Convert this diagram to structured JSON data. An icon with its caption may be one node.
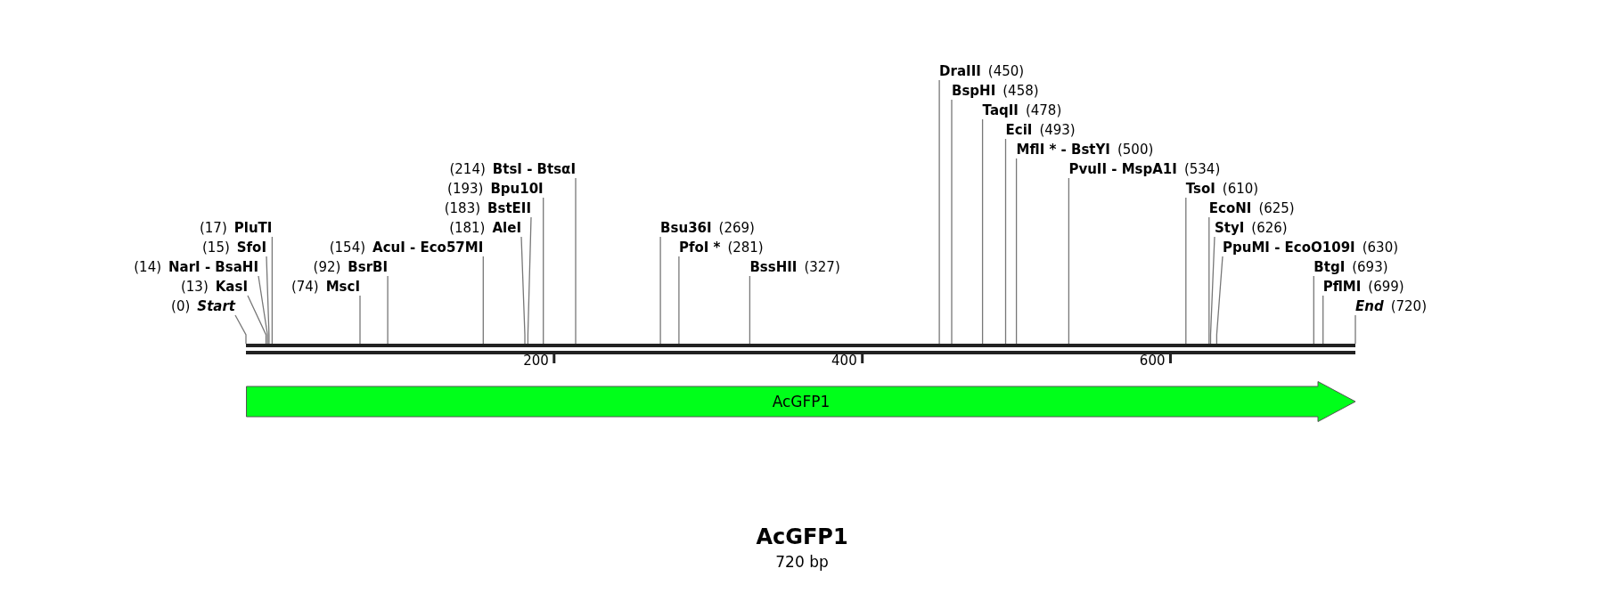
{
  "diagram": {
    "title": "AcGFP1",
    "caption": "720 bp",
    "nodes": [
      {
        "text": [
          "(0)",
          "Start"
        ]
      },
      {
        "text": [
          "(13)",
          "KasI"
        ]
      },
      {
        "text": [
          "(14)",
          "NarI - BsaHI"
        ]
      },
      {
        "text": [
          "(15)",
          "SfoI"
        ]
      },
      {
        "text": [
          "(17)",
          "PluTI"
        ]
      },
      {
        "text": [
          "(74)",
          "MscI"
        ]
      },
      {
        "text": [
          "(92)",
          "BsrBI"
        ]
      },
      {
        "text": [
          "(154)",
          "AcuI - Eco57MI"
        ]
      },
      {
        "text": [
          "(181)",
          "AleI"
        ]
      },
      {
        "text": [
          "(183)",
          "BstEII"
        ]
      },
      {
        "text": [
          "(193)",
          "Bpu10I"
        ]
      },
      {
        "text": [
          "(214)",
          "BtsI - BtsαI"
        ]
      },
      {
        "text": [
          "Bsu36I",
          "(269)"
        ]
      },
      {
        "text": [
          "PfoI *",
          "(281)"
        ]
      },
      {
        "text": [
          "BssHII",
          "(327)"
        ]
      },
      {
        "text": [
          "DraIII",
          "(450)"
        ]
      },
      {
        "text": [
          "BspHI",
          "(458)"
        ]
      },
      {
        "text": [
          "TaqII",
          "(478)"
        ]
      },
      {
        "text": [
          "EciI",
          "(493)"
        ]
      },
      {
        "text": [
          "MflI * - BstYI",
          "(500)"
        ]
      },
      {
        "text": [
          "PvuII - MspA1I",
          "(534)"
        ]
      },
      {
        "text": [
          "TsoI",
          "(610)"
        ]
      },
      {
        "text": [
          "EcoNI",
          "(625)"
        ]
      },
      {
        "text": [
          "StyI",
          "(626)"
        ]
      },
      {
        "text": [
          "PpuMI - EcoO109I",
          "(630)"
        ]
      },
      {
        "text": [
          "BtgI",
          "(693)"
        ]
      },
      {
        "text": [
          "PflMI",
          "(699)"
        ]
      },
      {
        "text": [
          "End",
          "(720)"
        ]
      },
      {
        "text": [],
        "shape": "bar"
      },
      {
        "text": [
          "AcGFP1"
        ]
      }
    ],
    "edges": [
      {
        "from": 0,
        "to": 28,
        "arrow": "none"
      },
      {
        "from": 1,
        "to": 28,
        "arrow": "none"
      },
      {
        "from": 2,
        "to": 28,
        "arrow": "none"
      },
      {
        "from": 3,
        "to": 28,
        "arrow": "none"
      },
      {
        "from": 4,
        "to": 28,
        "arrow": "none"
      },
      {
        "from": 5,
        "to": 28,
        "arrow": "none"
      },
      {
        "from": 6,
        "to": 28,
        "arrow": "none"
      },
      {
        "from": 7,
        "to": 28,
        "arrow": "none"
      },
      {
        "from": 8,
        "to": 28,
        "arrow": "none"
      },
      {
        "from": 9,
        "to": 28,
        "arrow": "none"
      },
      {
        "from": 10,
        "to": 28,
        "arrow": "none"
      },
      {
        "from": 11,
        "to": 28,
        "arrow": "none"
      },
      {
        "from": 12,
        "to": 28,
        "arrow": "none"
      },
      {
        "from": 13,
        "to": 28,
        "arrow": "none"
      },
      {
        "from": 14,
        "to": 28,
        "arrow": "none"
      },
      {
        "from": 15,
        "to": 28,
        "arrow": "none"
      },
      {
        "from": 16,
        "to": 28,
        "arrow": "none"
      },
      {
        "from": 17,
        "to": 28,
        "arrow": "none"
      },
      {
        "from": 18,
        "to": 28,
        "arrow": "none"
      },
      {
        "from": 19,
        "to": 28,
        "arrow": "none"
      },
      {
        "from": 20,
        "to": 28,
        "arrow": "none"
      },
      {
        "from": 21,
        "to": 28,
        "arrow": "none"
      },
      {
        "from": 22,
        "to": 28,
        "arrow": "none"
      },
      {
        "from": 23,
        "to": 28,
        "arrow": "none"
      },
      {
        "from": 24,
        "to": 28,
        "arrow": "none"
      },
      {
        "from": 25,
        "to": 28,
        "arrow": "none"
      },
      {
        "from": 26,
        "to": 28,
        "arrow": "none"
      },
      {
        "from": 27,
        "to": 28,
        "arrow": "none"
      }
    ],
    "labels": [
      "200",
      "400",
      "600"
    ]
  }
}
